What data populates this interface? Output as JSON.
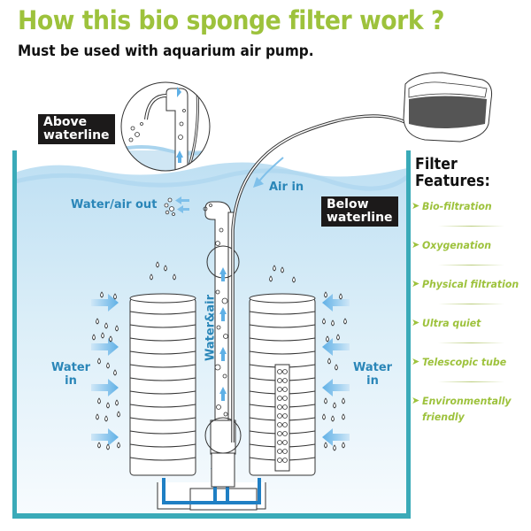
{
  "header": {
    "title": "How this bio sponge filter work ?",
    "subtitle": "Must be used with aquarium air pump."
  },
  "diagram": {
    "labels": {
      "above_waterline": [
        "Above",
        "waterline"
      ],
      "below_waterline": [
        "Below",
        "waterline"
      ],
      "water_air_out": "Water/air out",
      "air_in": "Air in",
      "water_and_air": "Water&air",
      "water_in_left": [
        "Water",
        "in"
      ],
      "water_in_right": [
        "Water",
        "in"
      ]
    },
    "icons": [
      "air-pump-icon",
      "sponge-filter-icon",
      "magnifier-circle-icon",
      "flow-arrow-icon",
      "bubble-icon"
    ]
  },
  "features": {
    "title": [
      "Filter",
      "Features:"
    ],
    "items": [
      {
        "label": "Bio-filtration"
      },
      {
        "label": "Oxygenation"
      },
      {
        "label": "Physical filtration"
      },
      {
        "label": "Ultra quiet"
      },
      {
        "label": "Telescopic tube"
      },
      {
        "label": "Environmentally",
        "label2": "friendly"
      }
    ]
  },
  "colors": {
    "accent_green": "#9dc23c",
    "tank_teal": "#3aaab8",
    "water_blue": "#cfe6f4",
    "flow_blue": "#1f7fc4",
    "label_dark": "#1c1a1a"
  }
}
